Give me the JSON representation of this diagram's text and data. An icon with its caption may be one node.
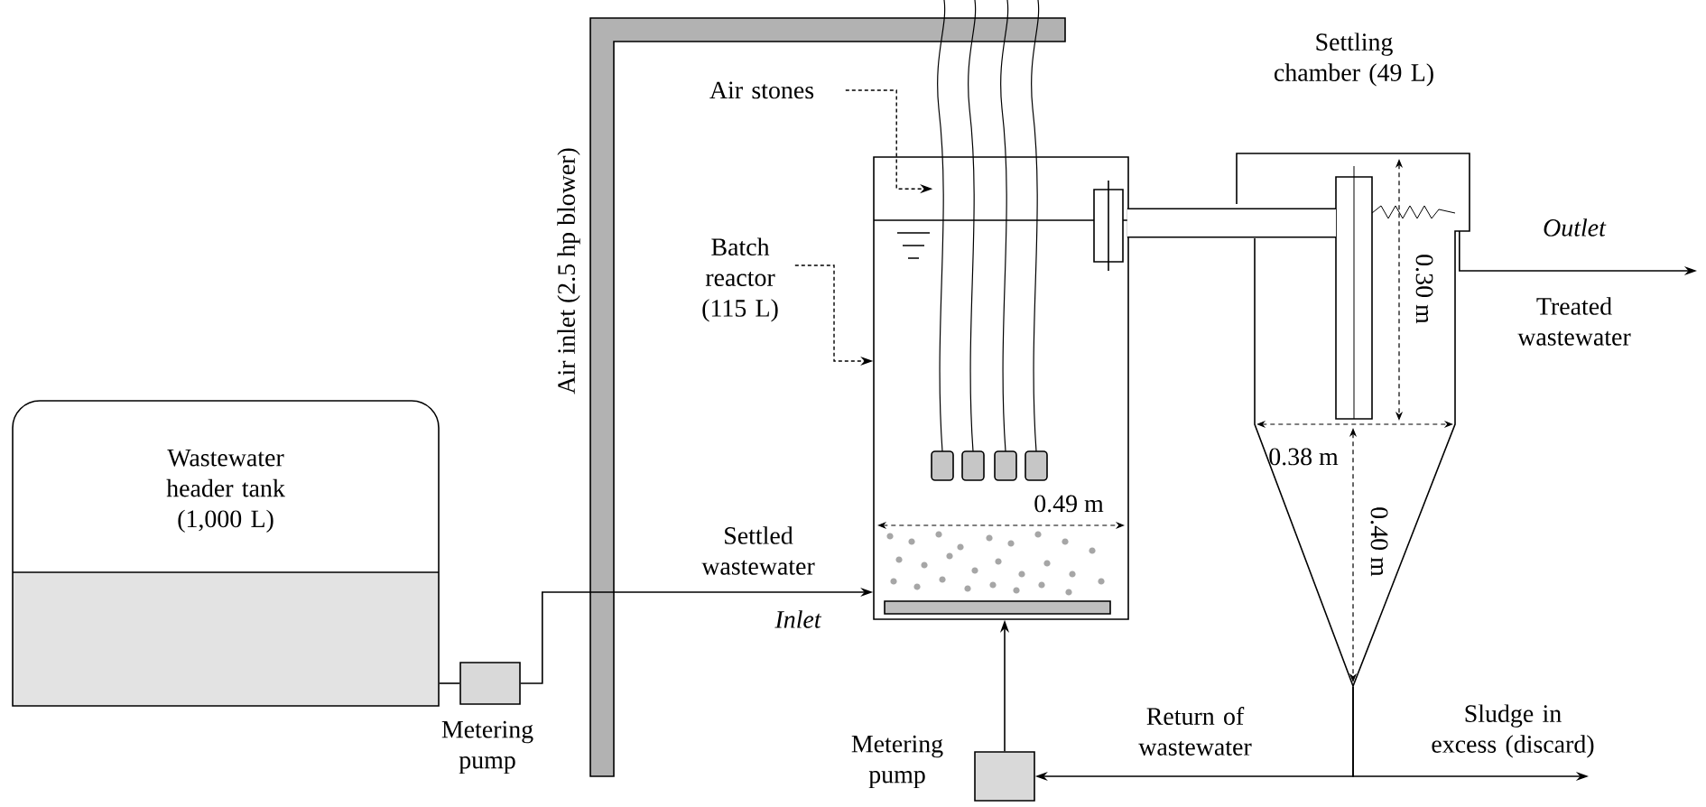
{
  "diagram": {
    "nodes": [
      {
        "text": [
          "Wastewater header tank (1,000 L)"
        ]
      },
      {
        "text": [],
        "shape": "box",
        "beside": [
          "Metering pump"
        ]
      },
      {
        "text": [
          "Air stones"
        ]
      },
      {
        "text": [
          "Batch reactor (115 L)"
        ]
      },
      {
        "text": [],
        "shape": "box"
      },
      {
        "text": [],
        "shape": "cone",
        "beside": [
          "Settling chamber (49 L)"
        ]
      },
      {
        "text": [],
        "shape": "box",
        "beside": [
          "Metering pump"
        ]
      }
    ],
    "edges": [
      {
        "from": 0,
        "to": 1,
        "arrow": "none"
      },
      {
        "from": 1,
        "to": 4,
        "arrow": "to",
        "label": "Inlet"
      },
      {
        "from": 2,
        "to": 4,
        "arrow": "to",
        "style": "dashed"
      },
      {
        "from": 3,
        "to": 4,
        "arrow": "to",
        "style": "dashed"
      },
      {
        "from": 4,
        "to": 5,
        "arrow": "none",
        "style": "thick"
      },
      {
        "from": 5,
        "to": null,
        "arrow": "to",
        "label": "Outlet"
      },
      {
        "from": 5,
        "to": 6,
        "arrow": "to",
        "label": "Return of wastewater"
      },
      {
        "from": 5,
        "to": null,
        "arrow": "to",
        "label": "Sludge in excess (discard)"
      },
      {
        "from": 6,
        "to": 4,
        "arrow": "to"
      }
    ],
    "labels": [
      "Air inlet (2.5 hp blower)",
      "Settled wastewater",
      "Treated wastewater",
      "0.49 m",
      "0.30 m",
      "0.38 m",
      "0.40 m"
    ]
  }
}
